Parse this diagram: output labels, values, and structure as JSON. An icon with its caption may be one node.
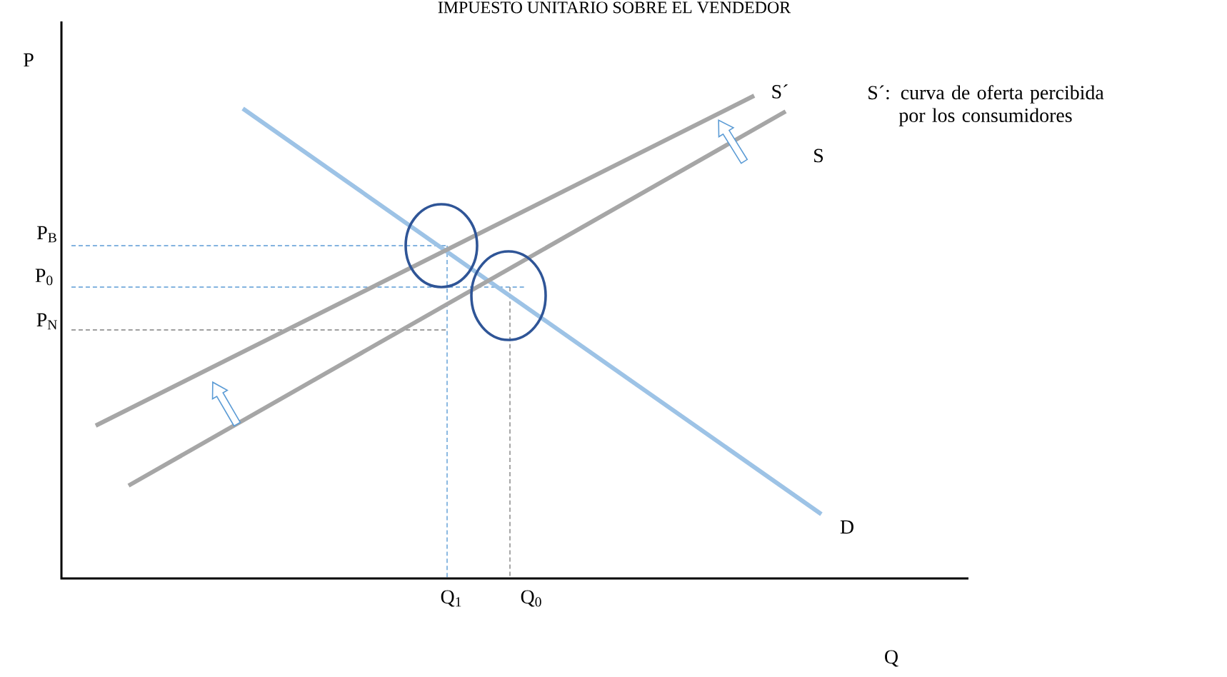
{
  "diagram": {
    "title": "IMPUESTO UNITARIO SOBRE EL VENDEDOR",
    "labels": [
      "P",
      "S´",
      "S´: curva de oferta percibida por los consumidores",
      "S",
      "P$_{B}$",
      "P$_{0}$",
      "P$_{N}$",
      "D",
      "Q$_{1}$",
      "Q$_{0}$",
      "Q"
    ]
  }
}
